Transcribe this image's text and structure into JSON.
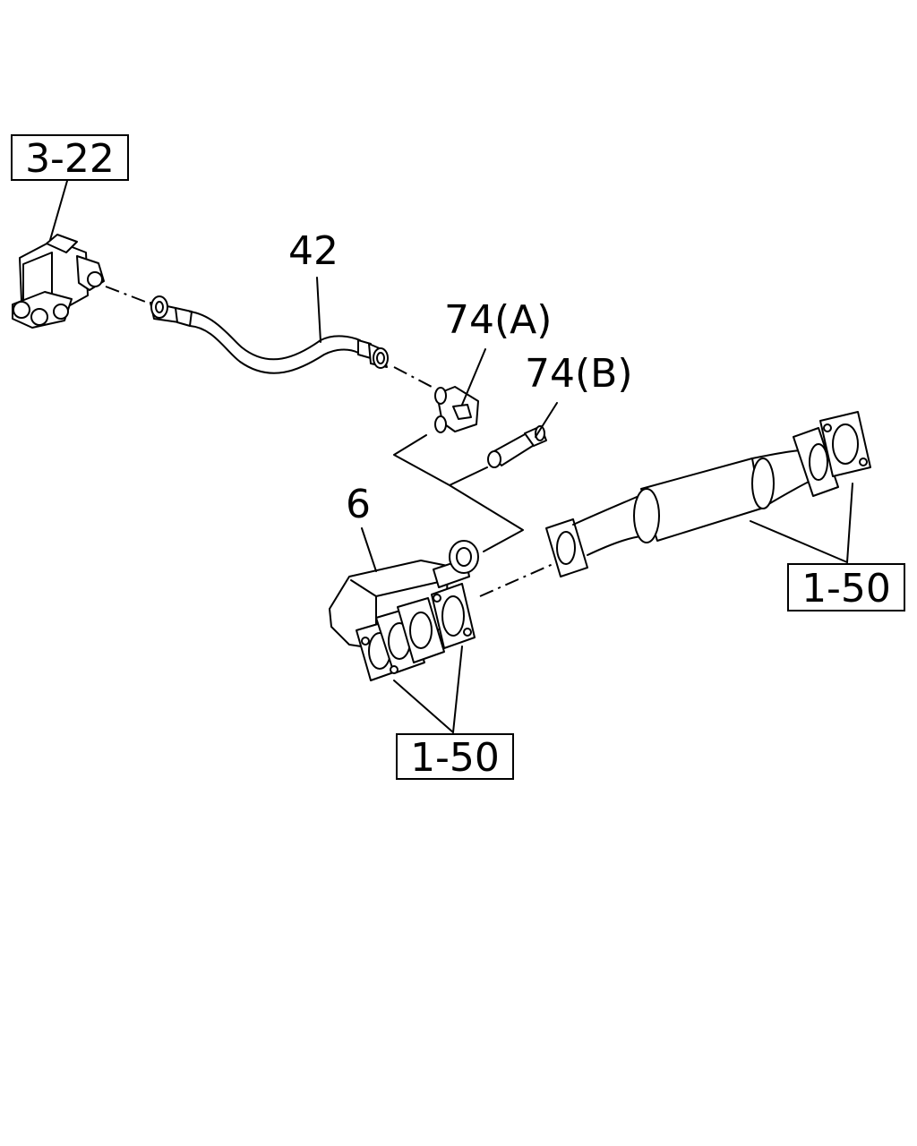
{
  "diagram": {
    "callouts": {
      "ref_3_22": "3-22",
      "part_42": "42",
      "part_74a": "74(A)",
      "part_74b": "74(B)",
      "part_6": "6",
      "ref_1_50_right": "1-50",
      "ref_1_50_bottom": "1-50"
    }
  }
}
